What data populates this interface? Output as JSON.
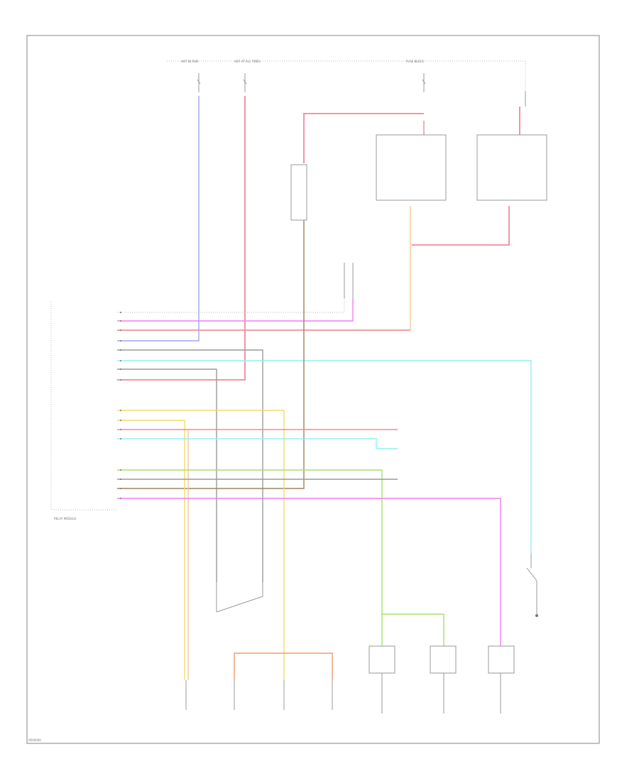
{
  "diagram": {
    "headers": {
      "hot_in_run": "HOT IN RUN",
      "hot_at_all_times": "HOT AT ALL TIMES",
      "fuse_block": "FUSE BLOCK"
    },
    "ecm_label": "RELAY MODULE",
    "footer_code": "0000000"
  },
  "wire_colors": {
    "blue": "#9fa6ef",
    "pink": "#f08a9a",
    "magenta": "#f27ef2",
    "cyan": "#8ff2f2",
    "gray": "#9a9a9a",
    "brown": "#a08060",
    "peach": "#f5c89a",
    "orange": "#f59a6a",
    "yellow": "#f2dc6a",
    "green": "#a6e06a",
    "light_gray": "#bbbbbb"
  }
}
